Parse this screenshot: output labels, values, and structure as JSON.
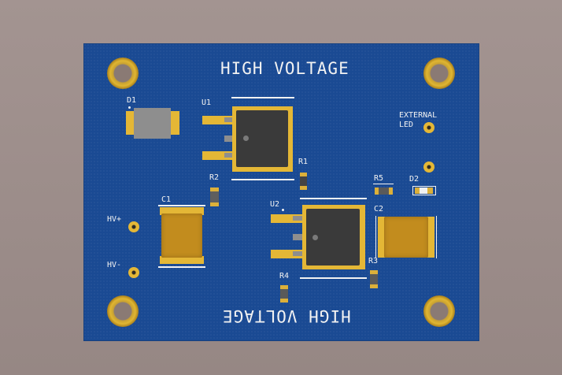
{
  "board": {
    "title_top": "HIGH VOLTAGE",
    "title_bottom": "HIGH VOLTAGE",
    "colors": {
      "mask": "#1a4a93",
      "copper": "#e4b736",
      "silk": "#f2f2f2"
    }
  },
  "labels": {
    "d1": "D1",
    "u1": "U1",
    "r1": "R1",
    "r2": "R2",
    "c1": "C1",
    "hv_plus": "HV+",
    "hv_minus": "HV-",
    "u2": "U2",
    "r3": "R3",
    "r4": "R4",
    "r5": "R5",
    "d2": "D2",
    "c2": "C2",
    "external": "EXTERNAL",
    "led": "LED"
  }
}
